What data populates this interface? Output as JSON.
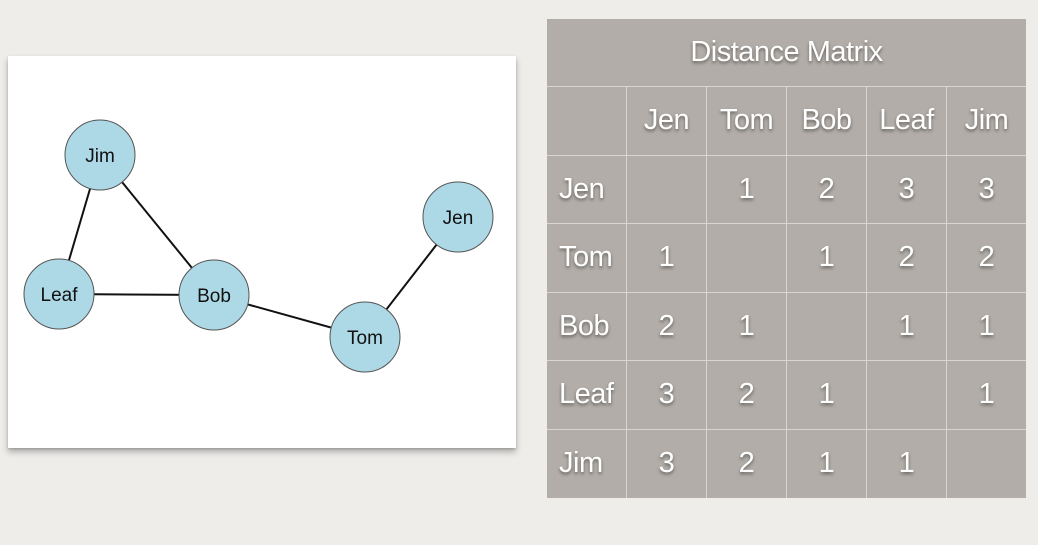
{
  "graph": {
    "nodes": [
      {
        "id": "Jim",
        "label": "Jim"
      },
      {
        "id": "Leaf",
        "label": "Leaf"
      },
      {
        "id": "Bob",
        "label": "Bob"
      },
      {
        "id": "Tom",
        "label": "Tom"
      },
      {
        "id": "Jen",
        "label": "Jen"
      }
    ],
    "edges": [
      [
        "Jim",
        "Leaf"
      ],
      [
        "Jim",
        "Bob"
      ],
      [
        "Leaf",
        "Bob"
      ],
      [
        "Bob",
        "Tom"
      ],
      [
        "Tom",
        "Jen"
      ]
    ],
    "node_fill": "#add8e6"
  },
  "matrix": {
    "title": "Distance Matrix",
    "columns": [
      "Jen",
      "Tom",
      "Bob",
      "Leaf",
      "Jim"
    ],
    "rows": [
      {
        "label": "Jen",
        "values": [
          "",
          "1",
          "2",
          "3",
          "3"
        ]
      },
      {
        "label": "Tom",
        "values": [
          "1",
          "",
          "1",
          "2",
          "2"
        ]
      },
      {
        "label": "Bob",
        "values": [
          "2",
          "1",
          "",
          "1",
          "1"
        ]
      },
      {
        "label": "Leaf",
        "values": [
          "3",
          "2",
          "1",
          "",
          "1"
        ]
      },
      {
        "label": "Jim",
        "values": [
          "3",
          "2",
          "1",
          "1",
          ""
        ]
      }
    ],
    "background": "#b2ada8"
  }
}
